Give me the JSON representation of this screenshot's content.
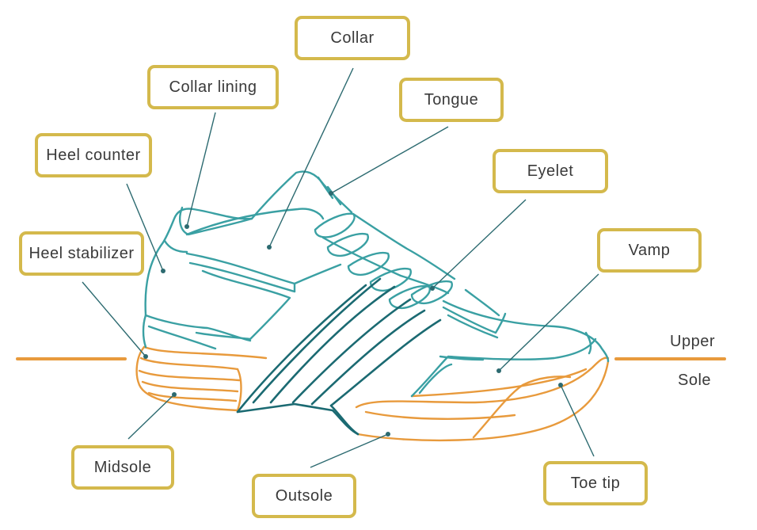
{
  "labels": {
    "collar": "Collar",
    "collar_lining": "Collar lining",
    "tongue": "Tongue",
    "heel_counter": "Heel counter",
    "eyelet": "Eyelet",
    "heel_stabilizer": "Heel stabilizer",
    "vamp": "Vamp",
    "midsole": "Midsole",
    "outsole": "Outsole",
    "toe_tip": "Toe tip"
  },
  "zones": {
    "upper": "Upper",
    "sole": "Sole"
  },
  "colors": {
    "label_border": "#d4b94c",
    "upper_stroke": "#3aa0a3",
    "stripe_stroke": "#1b6a72",
    "sole_stroke": "#e89a3c",
    "divider": "#e89a3c"
  }
}
